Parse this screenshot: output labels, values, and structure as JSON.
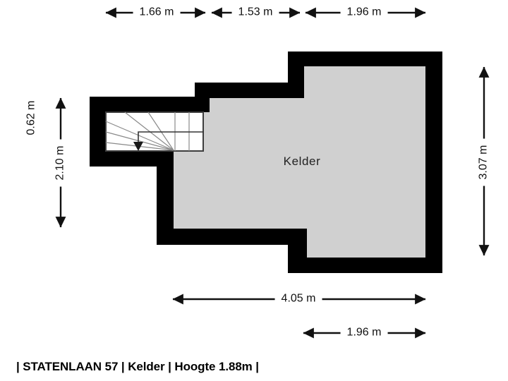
{
  "room": {
    "label": "Kelder"
  },
  "dimensions": {
    "top_1": "1.66 m",
    "top_2": "1.53 m",
    "top_3": "1.96 m",
    "left_upper": "0.62 m",
    "left_lower": "2.10 m",
    "right_side": "3.07 m",
    "bottom_main": "4.05 m",
    "bottom_right": "1.96 m"
  },
  "footer": {
    "text": "| STATENLAAN 57 | Kelder | Hoogte 1.88m |"
  },
  "colors": {
    "wall": "#000000",
    "floor": "#d0d0d0",
    "background": "#ffffff",
    "dimension_line": "#111111",
    "stair_line": "#8a8a8a"
  }
}
